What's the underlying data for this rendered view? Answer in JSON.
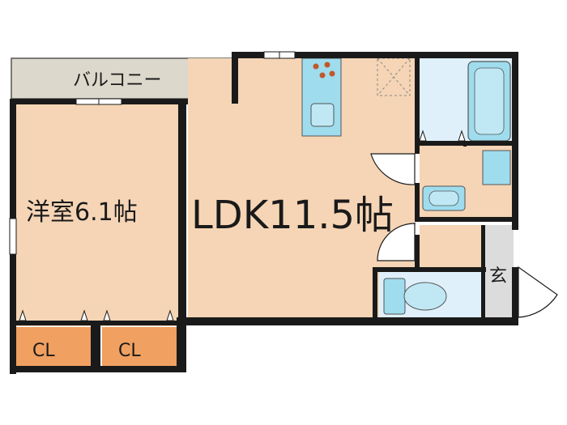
{
  "rooms": {
    "western_room": "洋室6.1帖",
    "ldk": "LDK11.5帖",
    "balcony": "バルコニー",
    "closet_1": "CL",
    "closet_2": "CL",
    "entrance": "玄"
  },
  "colors": {
    "floor": "#f5d5b5",
    "balcony": "#ddd8cc",
    "closet": "#f0a060",
    "wet_area": "#dff0fa",
    "fixture": "#9fdcee",
    "entrance": "#dcdcdc",
    "wall": "#1a1a1a"
  },
  "icons": [
    "stove-icon",
    "sink-icon",
    "bathtub-icon",
    "washbasin-icon",
    "toilet-icon",
    "washing-machine-pan-icon"
  ]
}
